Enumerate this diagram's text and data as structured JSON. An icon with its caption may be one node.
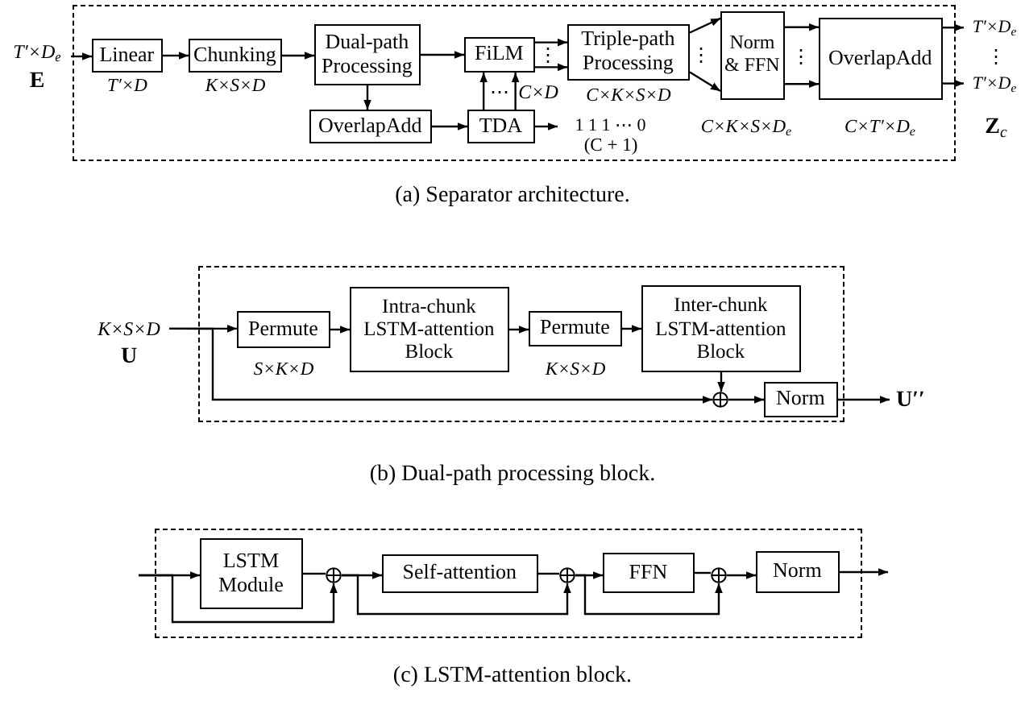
{
  "diagram": {
    "nodes": [
      {
        "text": [],
        "shape": "box",
        "beside": [
          "(a) Separator architecture."
        ]
      },
      {
        "text": [
          "T′×D$_{e}$",
          "E"
        ]
      },
      {
        "text": [
          "Linear"
        ],
        "in": 0,
        "beside": [
          "T′×D"
        ]
      },
      {
        "text": [
          "Chunking"
        ],
        "in": 0,
        "beside": [
          "K×S×D"
        ]
      },
      {
        "text": [
          "Dual-path Processing"
        ],
        "in": 0
      },
      {
        "text": [
          "FiLM"
        ],
        "in": 0
      },
      {
        "text": [
          "Triple-path Processing"
        ],
        "in": 0,
        "beside": [
          "C×K×S×D"
        ]
      },
      {
        "text": [
          "Norm & FFN"
        ],
        "in": 0,
        "beside": [
          "C×K×S×D$_{e}$"
        ]
      },
      {
        "text": [
          "OverlapAdd"
        ],
        "in": 0,
        "beside": [
          "C×T′×D$_{e}$"
        ]
      },
      {
        "text": [
          "OverlapAdd"
        ],
        "in": 0
      },
      {
        "text": [
          "TDA"
        ],
        "in": 0
      },
      {
        "text": [
          "1 1 1 ⋯ 0"
        ],
        "in": 0,
        "beside": [
          "(C + 1)"
        ]
      },
      {
        "text": [
          "T′×D$_{e}$"
        ]
      },
      {
        "text": [
          "T′×D$_{e}$"
        ]
      },
      {
        "text": [],
        "shape": "box",
        "beside": [
          "(b) Dual-path processing block."
        ]
      },
      {
        "text": [
          "K×S×D",
          "U"
        ]
      },
      {
        "text": [
          "Permute"
        ],
        "in": 14,
        "beside": [
          "S×K×D"
        ]
      },
      {
        "text": [
          "Intra-chunk LSTM-attention Block"
        ],
        "in": 14
      },
      {
        "text": [
          "Permute"
        ],
        "in": 14,
        "beside": [
          "K×S×D"
        ]
      },
      {
        "text": [
          "Inter-chunk LSTM-attention Block"
        ],
        "in": 14
      },
      {
        "text": [],
        "shape": "circle",
        "in": 14
      },
      {
        "text": [
          "Norm"
        ],
        "in": 14
      },
      {
        "text": [
          "U′′"
        ]
      },
      {
        "text": [],
        "shape": "box",
        "beside": [
          "(c) LSTM-attention block."
        ]
      },
      {
        "text": [
          "LSTM Module"
        ],
        "in": 23
      },
      {
        "text": [],
        "shape": "circle",
        "in": 23
      },
      {
        "text": [
          "Self-attention"
        ],
        "in": 23
      },
      {
        "text": [],
        "shape": "circle",
        "in": 23
      },
      {
        "text": [
          "FFN"
        ],
        "in": 23
      },
      {
        "text": [],
        "shape": "circle",
        "in": 23
      },
      {
        "text": [
          "Norm"
        ],
        "in": 23
      }
    ],
    "edges": [
      {
        "from": 1,
        "to": 2,
        "arrow": "to"
      },
      {
        "from": 2,
        "to": 3,
        "arrow": "to"
      },
      {
        "from": 3,
        "to": 4,
        "arrow": "to"
      },
      {
        "from": 4,
        "to": 9,
        "arrow": "to"
      },
      {
        "from": 4,
        "to": 5,
        "arrow": "to"
      },
      {
        "from": 9,
        "to": 10,
        "arrow": "to"
      },
      {
        "from": 10,
        "to": 5,
        "arrow": "to"
      },
      {
        "from": 10,
        "to": 5,
        "arrow": "to"
      },
      {
        "from": 10,
        "to": 11,
        "arrow": "to"
      },
      {
        "from": 5,
        "to": 6,
        "arrow": "to"
      },
      {
        "from": 5,
        "to": 6,
        "arrow": "to"
      },
      {
        "from": 6,
        "to": 7,
        "arrow": "to"
      },
      {
        "from": 6,
        "to": 7,
        "arrow": "to"
      },
      {
        "from": 7,
        "to": 8,
        "arrow": "to"
      },
      {
        "from": 7,
        "to": 8,
        "arrow": "to"
      },
      {
        "from": 8,
        "to": 12,
        "arrow": "to"
      },
      {
        "from": 8,
        "to": 13,
        "arrow": "to"
      },
      {
        "from": 15,
        "to": 16,
        "arrow": "to"
      },
      {
        "from": 15,
        "to": 20,
        "arrow": "to"
      },
      {
        "from": 16,
        "to": 17,
        "arrow": "to"
      },
      {
        "from": 17,
        "to": 18,
        "arrow": "to"
      },
      {
        "from": 18,
        "to": 19,
        "arrow": "to"
      },
      {
        "from": 19,
        "to": 20,
        "arrow": "to"
      },
      {
        "from": 20,
        "to": 21,
        "arrow": "to"
      },
      {
        "from": 21,
        "to": 22,
        "arrow": "to"
      },
      {
        "from": null,
        "to": 24,
        "arrow": "to"
      },
      {
        "from": null,
        "to": 25,
        "arrow": "to"
      },
      {
        "from": 24,
        "to": 25,
        "arrow": "none"
      },
      {
        "from": 25,
        "to": 26,
        "arrow": "to"
      },
      {
        "from": 25,
        "to": 27,
        "arrow": "to"
      },
      {
        "from": 26,
        "to": 27,
        "arrow": "none"
      },
      {
        "from": 27,
        "to": 28,
        "arrow": "to"
      },
      {
        "from": 27,
        "to": 29,
        "arrow": "to"
      },
      {
        "from": 28,
        "to": 29,
        "arrow": "none"
      },
      {
        "from": 29,
        "to": 30,
        "arrow": "to"
      },
      {
        "from": 30,
        "to": null,
        "arrow": "to"
      }
    ],
    "labels": [
      "⋮",
      "⋯",
      "C×D",
      "⋮",
      "⋮",
      "⋮",
      "**Z**$_{c}$"
    ]
  }
}
